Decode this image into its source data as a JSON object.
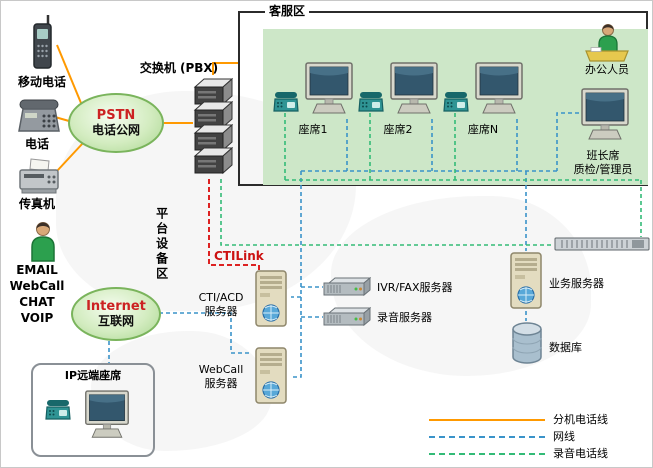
{
  "regions": {
    "service_area": "客服区",
    "platform_area": "平台设备区",
    "remote_agent_area": "IP远端座席"
  },
  "left_column": {
    "mobile_label": "移动电话",
    "phone_label": "电话",
    "fax_label": "传真机",
    "channels": [
      "EMAIL",
      "WebCall",
      "CHAT",
      "VOIP"
    ]
  },
  "clouds": {
    "pstn_name": "PSTN",
    "pstn_desc": "电话公网",
    "internet_name": "Internet",
    "internet_desc": "互联网"
  },
  "pbx_label": "交换机 (PBX)",
  "service_area": {
    "seat1": "座席1",
    "seat2": "座席2",
    "seatN": "座席N",
    "office_staff": "办公人员",
    "supervisor": "班长席\n质检/管理员"
  },
  "platform": {
    "ctilink": "CTILink",
    "cti_server": "CTI/ACD\n服务器",
    "webcall_server": "WebCall\n服务器",
    "ivr_server": "IVR/FAX服务器",
    "recording_server": "录音服务器",
    "business_server": "业务服务器",
    "database": "数据库"
  },
  "legend": {
    "items": [
      {
        "label": "分机电话线",
        "color": "#ff9900",
        "style": "solid"
      },
      {
        "label": "网线",
        "color": "#3a93c9",
        "style": "dashed"
      },
      {
        "label": "录音电话线",
        "color": "#33bb77",
        "style": "dashed"
      }
    ]
  },
  "colors": {
    "extension_line": "#ff9900",
    "network_line": "#3a93c9",
    "recording_line": "#33bb77",
    "ctilink_line": "#dd2222",
    "service_area_fill": "#cde7c8"
  }
}
